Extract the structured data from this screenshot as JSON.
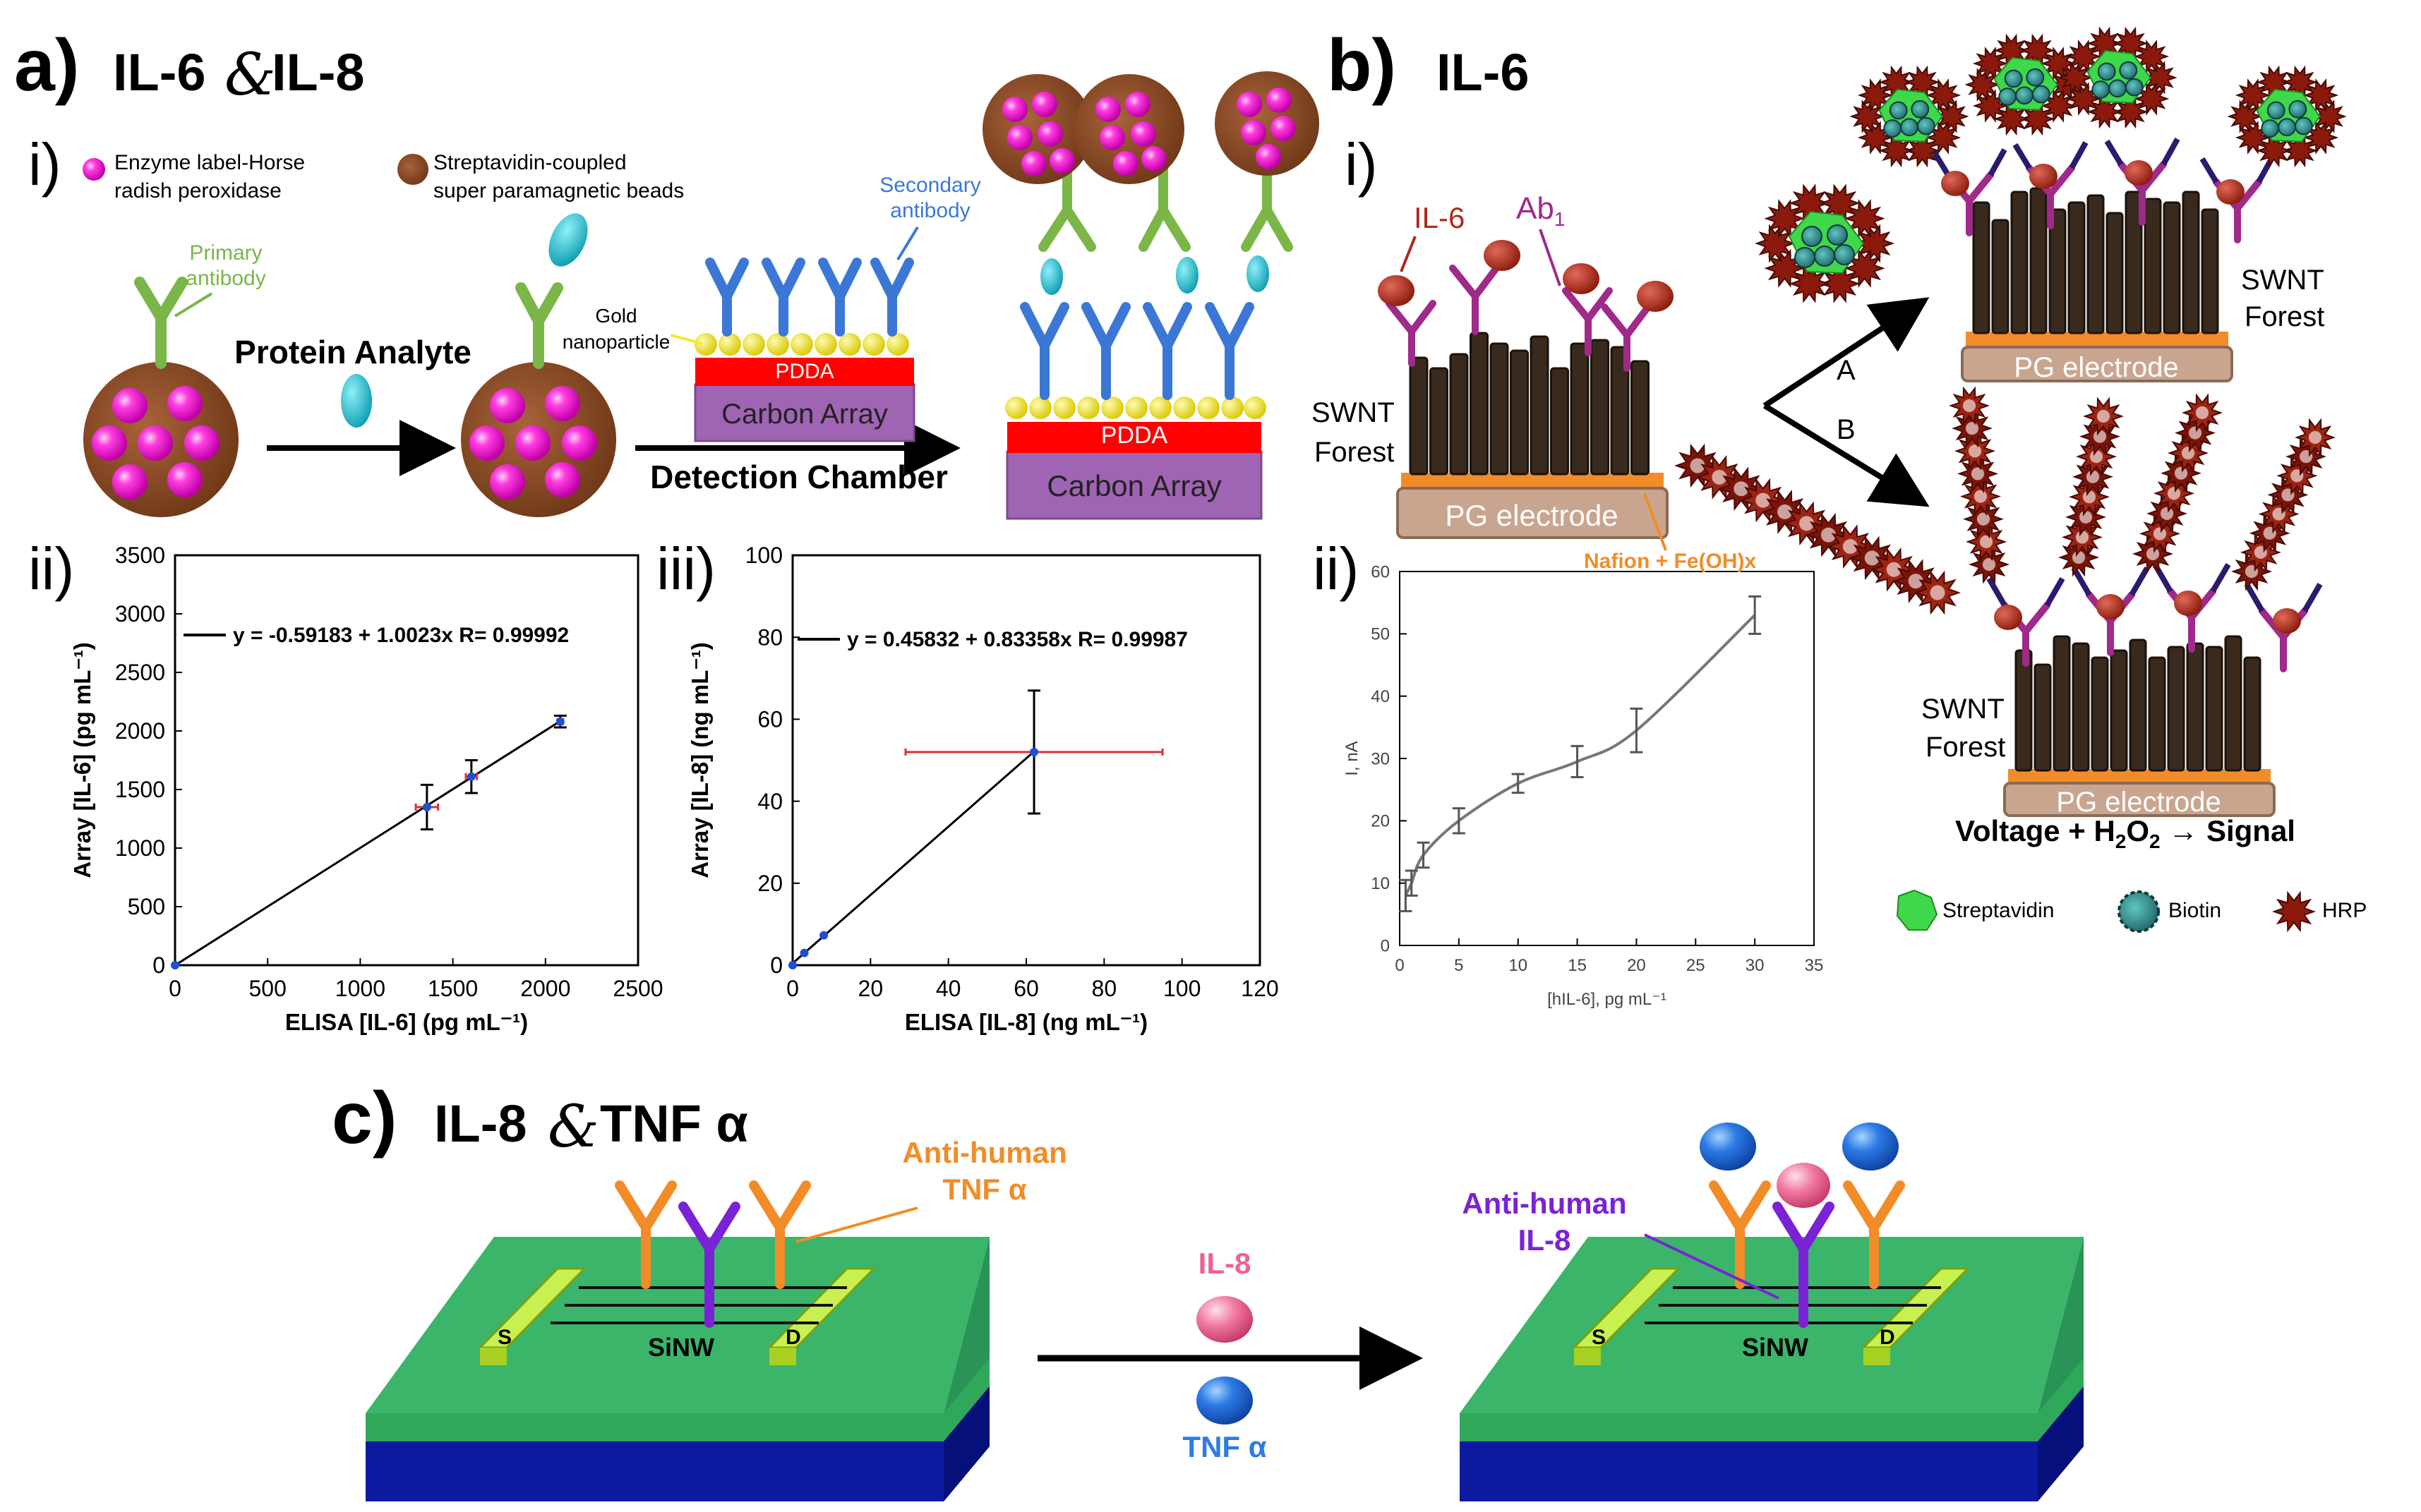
{
  "panel_a": {
    "title_letter": "a)",
    "title_a": "IL-6",
    "title_amp": "&",
    "title_b": "IL-8",
    "sub_i": "i)",
    "sub_ii": "ii)",
    "sub_iii": "iii)",
    "legend_enzyme_1": "Enzyme label-Horse",
    "legend_enzyme_2": "radish peroxidase",
    "legend_beads_1": "Streptavidin-coupled",
    "legend_beads_2": "super paramagnetic beads",
    "primary_antibody_1": "Primary",
    "primary_antibody_2": "antibody",
    "protein_analyte": "Protein Analyte",
    "secondary_antibody_1": "Secondary",
    "secondary_antibody_2": "antibody",
    "gold_np_1": "Gold",
    "gold_np_2": "nanoparticle",
    "pdda": "PDDA",
    "carbon_array": "Carbon Array",
    "detection_chamber": "Detection Chamber",
    "colors": {
      "green_ab": "#7ab648",
      "blue_ab": "#3b78d6",
      "bead": "#8b4a22",
      "hrp": "#ff1fd7",
      "analyte": "#22b8c8",
      "pdda": "#ff0000",
      "carbon": "#a064b4",
      "gold": "#f5e92a"
    }
  },
  "panel_b": {
    "title_letter": "b)",
    "title": "IL-6",
    "sub_i": "i)",
    "sub_ii": "ii)",
    "il6_label": "IL-6",
    "ab1_label": "Ab",
    "ab1_sub": "1",
    "swnt_1": "SWNT",
    "swnt_2": "Forest",
    "pg_electrode": "PG electrode",
    "nafion": "Nafion + Fe(OH)x",
    "route_a": "A",
    "route_b": "B",
    "signal_pre": "Voltage + H",
    "signal_sub1": "2",
    "signal_mid": "O",
    "signal_sub2": "2",
    "signal_post": " → Signal",
    "legend_streptavidin": "Streptavidin",
    "legend_biotin": "Biotin",
    "legend_hrp": "HRP"
  },
  "panel_c": {
    "title_letter": "c)",
    "title_a": "IL-8",
    "title_amp": "&",
    "title_b": "TNF α",
    "anti_tnf_1": "Anti-human",
    "anti_tnf_2": "TNF α",
    "anti_il8_1": "Anti-human",
    "anti_il8_2": "IL-8",
    "il8": "IL-8",
    "tnf": "TNF α",
    "source": "S",
    "drain": "D",
    "sinw": "SiNW"
  },
  "chart_data": [
    {
      "type": "scatter",
      "xlabel": "ELISA [IL-6] (pg mL⁻¹)",
      "ylabel": "Array [IL-6] (pg mL⁻¹)",
      "xlim": [
        0,
        2500
      ],
      "ylim": [
        0,
        3500
      ],
      "xticks": [
        0,
        500,
        1000,
        1500,
        2000,
        2500
      ],
      "yticks": [
        0,
        500,
        1000,
        1500,
        2000,
        2500,
        3000,
        3500
      ],
      "xtick_labels": [
        "0",
        "500",
        "1000",
        "1500",
        "2000",
        "2500"
      ],
      "ytick_labels": [
        "0",
        "500",
        "1000",
        "1500",
        "2000",
        "2500",
        "3000",
        "3500"
      ],
      "points": [
        {
          "x": 0,
          "y": 0,
          "xerr": 0,
          "yerr": 0
        },
        {
          "x": 1360,
          "y": 1350,
          "xerr": 60,
          "yerr": 190
        },
        {
          "x": 1600,
          "y": 1610,
          "xerr": 30,
          "yerr": 140
        },
        {
          "x": 2080,
          "y": 2080,
          "xerr": 15,
          "yerr": 50
        }
      ],
      "fit": {
        "intercept": -0.59183,
        "slope": 1.0023,
        "x_range": [
          0,
          2080
        ]
      },
      "legend_text": "y = -0.59183 + 1.0023x    R= 0.99992"
    },
    {
      "type": "scatter",
      "xlabel": "ELISA [IL-8] (ng mL⁻¹)",
      "ylabel": "Array [IL-8] (ng mL⁻¹)",
      "xlim": [
        0,
        120
      ],
      "ylim": [
        0,
        100
      ],
      "xticks": [
        0,
        20,
        40,
        60,
        80,
        100,
        120
      ],
      "yticks": [
        0,
        20,
        40,
        60,
        80,
        100
      ],
      "xtick_labels": [
        "0",
        "20",
        "40",
        "60",
        "80",
        "100",
        "120"
      ],
      "ytick_labels": [
        "0",
        "20",
        "40",
        "60",
        "80",
        "100"
      ],
      "points": [
        {
          "x": 0,
          "y": 0,
          "xerr": 0,
          "yerr": 0
        },
        {
          "x": 3,
          "y": 3,
          "xerr": 0,
          "yerr": 0
        },
        {
          "x": 8,
          "y": 7.3,
          "xerr": 0,
          "yerr": 0
        },
        {
          "x": 62,
          "y": 52,
          "xerr": 33,
          "yerr": 15
        }
      ],
      "fit": {
        "intercept": 0.45832,
        "slope": 0.83358,
        "x_range": [
          0,
          62
        ]
      },
      "legend_text": "y = 0.45832 + 0.83358x    R= 0.99987"
    },
    {
      "type": "line",
      "xlabel": "[hIL-6], pg mL⁻¹",
      "ylabel": "I, nA",
      "xlim": [
        0,
        35
      ],
      "ylim": [
        0,
        60
      ],
      "xticks": [
        0,
        5,
        10,
        15,
        20,
        25,
        30,
        35
      ],
      "yticks": [
        0,
        10,
        20,
        30,
        40,
        50,
        60
      ],
      "xtick_labels": [
        "0",
        "5",
        "10",
        "15",
        "20",
        "25",
        "30",
        "35"
      ],
      "ytick_labels": [
        "0",
        "10",
        "20",
        "30",
        "40",
        "50",
        "60"
      ],
      "points": [
        {
          "x": 0.5,
          "y": 8,
          "yerr": 2.5
        },
        {
          "x": 1,
          "y": 10,
          "yerr": 2
        },
        {
          "x": 2,
          "y": 14.5,
          "yerr": 2
        },
        {
          "x": 5,
          "y": 20,
          "yerr": 2
        },
        {
          "x": 10,
          "y": 26,
          "yerr": 1.5
        },
        {
          "x": 15,
          "y": 29.5,
          "yerr": 2.5
        },
        {
          "x": 20,
          "y": 34.5,
          "yerr": 3.5
        },
        {
          "x": 30,
          "y": 53,
          "yerr": 3
        }
      ]
    }
  ]
}
